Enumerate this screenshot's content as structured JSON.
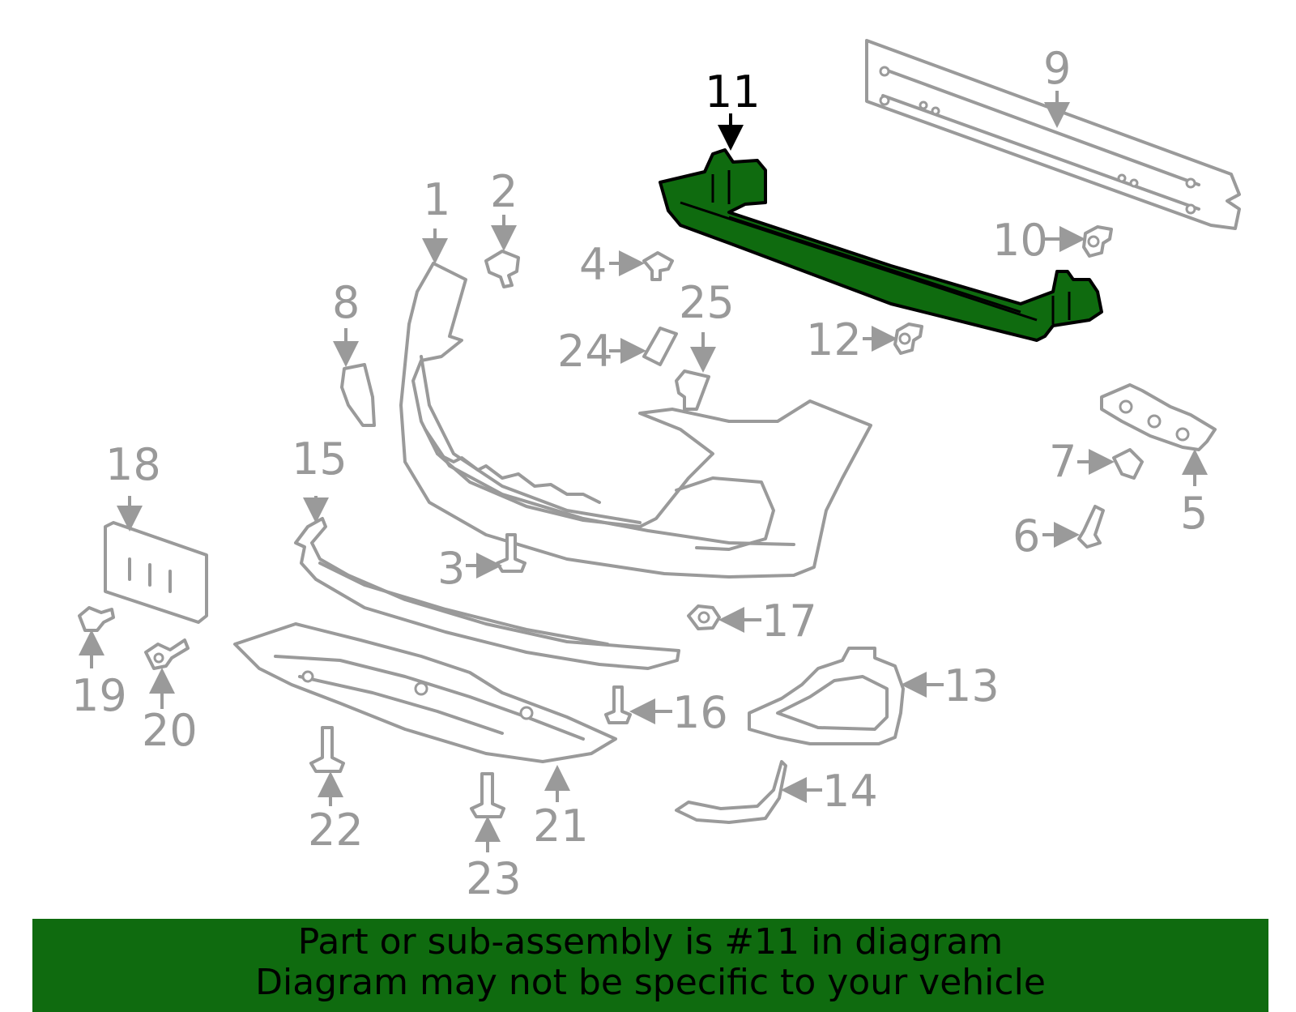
{
  "diagram": {
    "highlight_color": "#0f6b0f",
    "part_color": "#9a9a9a",
    "highlighted_part": "11",
    "callouts": [
      "1",
      "2",
      "3",
      "4",
      "5",
      "6",
      "7",
      "8",
      "9",
      "10",
      "11",
      "12",
      "13",
      "14",
      "15",
      "16",
      "17",
      "18",
      "19",
      "20",
      "21",
      "22",
      "23",
      "24",
      "25"
    ]
  },
  "footer": {
    "line1": "Part or sub-assembly is #11 in diagram",
    "line2": "Diagram may not be specific to your vehicle"
  }
}
